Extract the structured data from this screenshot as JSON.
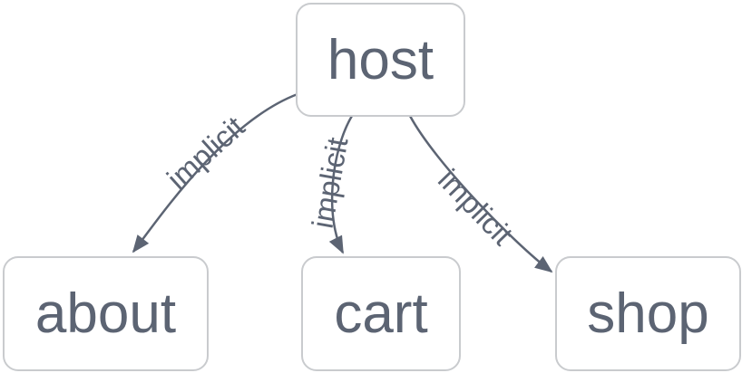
{
  "diagram": {
    "type": "flowchart",
    "colors": {
      "background": "#ffffff",
      "node_fill": "#ffffff",
      "node_border": "#c9cbce",
      "node_text": "#5c6473",
      "edge_line": "#5c6473",
      "edge_label_text": "#5c6473"
    },
    "nodes": [
      {
        "id": "host",
        "label": "host"
      },
      {
        "id": "about",
        "label": "about"
      },
      {
        "id": "cart",
        "label": "cart"
      },
      {
        "id": "shop",
        "label": "shop"
      }
    ],
    "edges": [
      {
        "from": "host",
        "to": "about",
        "label": "implicit"
      },
      {
        "from": "host",
        "to": "cart",
        "label": "implicit"
      },
      {
        "from": "host",
        "to": "shop",
        "label": "implicit"
      }
    ]
  }
}
